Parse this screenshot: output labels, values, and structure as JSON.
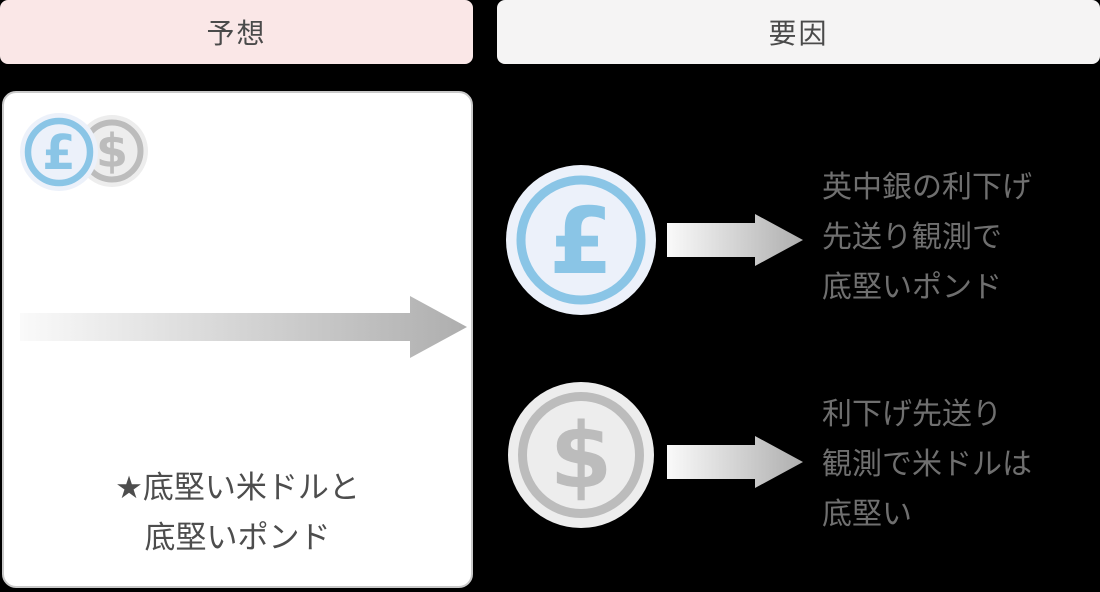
{
  "headers": {
    "forecast": "予想",
    "factors": "要因"
  },
  "forecast_card": {
    "pound_symbol": "£",
    "dollar_symbol": "$",
    "caption": [
      "★底堅い米ドルと",
      "底堅いポンド"
    ]
  },
  "factors": [
    {
      "symbol": "£",
      "lines": [
        "英中銀の利下げ",
        "先送り観測で",
        "底堅いポンド"
      ]
    },
    {
      "symbol": "$",
      "lines": [
        "利下げ先送り",
        "観測で米ドルは",
        "底堅い"
      ]
    }
  ],
  "colors": {
    "background": "#000000",
    "forecast_header_bg": "#fae7e7",
    "factors_header_bg": "#f5f4f4",
    "header_text": "#4a4a4a",
    "card_bg": "#ffffff",
    "card_border": "#c9c9c9",
    "card_text": "#4d4d4d",
    "factor_text": "#6f6f6f",
    "pound_blue": "#8ac5e6",
    "pound_fill": "#ecf1fa",
    "dollar_gray": "#bcbcbc",
    "dollar_fill": "#ededed",
    "arrow_gradient_start": "#fafafa",
    "arrow_gradient_end": "#aeaeae"
  }
}
